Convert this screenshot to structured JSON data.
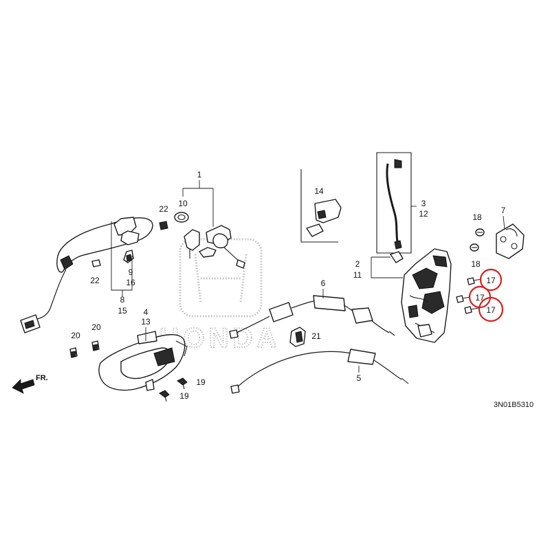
{
  "diagram": {
    "code": "3N01B5310",
    "direction_label": "FR.",
    "watermark_text": "HONDA",
    "labels": {
      "p1": "1",
      "p2": "2",
      "p3": "3",
      "p4": "4",
      "p5": "5",
      "p6": "6",
      "p7": "7",
      "p8": "8",
      "p9": "9",
      "p10": "10",
      "p11": "11",
      "p12": "12",
      "p13": "13",
      "p14": "14",
      "p15": "15",
      "p16": "16",
      "p17a": "17",
      "p17b": "17",
      "p17c": "17",
      "p18a": "18",
      "p18b": "18",
      "p19a": "19",
      "p19b": "19",
      "p20a": "20",
      "p20b": "20",
      "p21": "21",
      "p22a": "22",
      "p22b": "22"
    },
    "highlight_color": "#d42020"
  }
}
